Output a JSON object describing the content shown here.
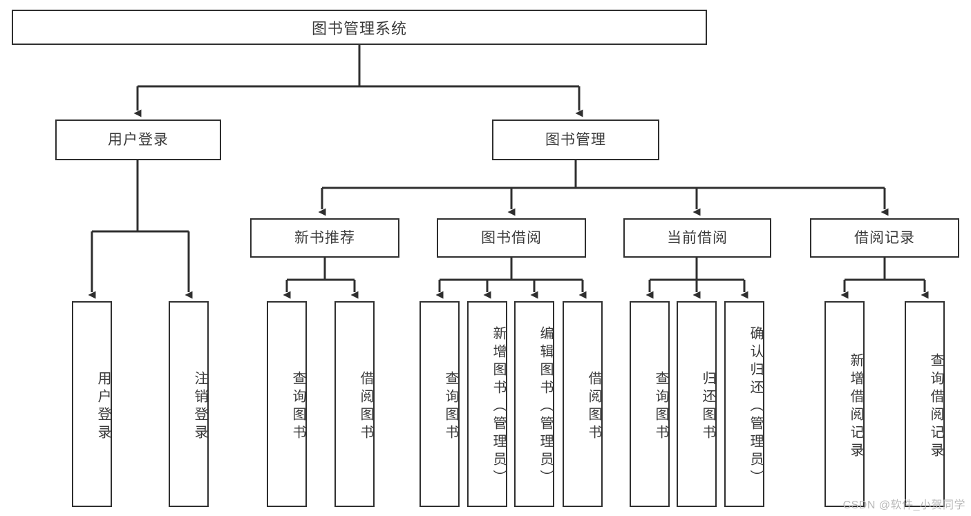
{
  "diagram": {
    "title": "图书管理系统",
    "type": "tree",
    "root": {
      "label": "图书管理系统"
    },
    "level2": [
      {
        "id": "user-login",
        "label": "用户登录"
      },
      {
        "id": "book-manage",
        "label": "图书管理"
      }
    ],
    "level3": [
      {
        "id": "new-book-recommend",
        "label": "新书推荐"
      },
      {
        "id": "book-borrow",
        "label": "图书借阅"
      },
      {
        "id": "current-borrow",
        "label": "当前借阅"
      },
      {
        "id": "borrow-record",
        "label": "借阅记录"
      }
    ],
    "leaves": {
      "user_login": [
        {
          "id": "leaf-user-login",
          "label": "用户登录"
        },
        {
          "id": "leaf-logout",
          "label": "注销登录"
        }
      ],
      "new_book_recommend": [
        {
          "id": "leaf-query-book-1",
          "label": "查询图书"
        },
        {
          "id": "leaf-borrow-book-1",
          "label": "借阅图书"
        }
      ],
      "book_borrow": [
        {
          "id": "leaf-query-book-2",
          "label": "查询图书"
        },
        {
          "id": "leaf-add-book",
          "label": "新增图书（管理员）"
        },
        {
          "id": "leaf-edit-book",
          "label": "编辑图书（管理员）"
        },
        {
          "id": "leaf-borrow-book-2",
          "label": "借阅图书"
        }
      ],
      "current_borrow": [
        {
          "id": "leaf-query-book-3",
          "label": "查询图书"
        },
        {
          "id": "leaf-return-book",
          "label": "归还图书"
        },
        {
          "id": "leaf-confirm-return",
          "label": "确认归还（管理员）"
        }
      ],
      "borrow_record": [
        {
          "id": "leaf-add-record",
          "label": "新增借阅记录"
        },
        {
          "id": "leaf-query-record",
          "label": "查询借阅记录"
        }
      ]
    }
  },
  "watermark": {
    "text": "CSDN @软件_小贺同学"
  },
  "colors": {
    "box_border": "#2f2f2f",
    "box_fill": "#ffffff",
    "text": "#3a3a3a",
    "line": "#2f2f2f",
    "watermark": "#b9b9b9",
    "background": "#ffffff"
  }
}
